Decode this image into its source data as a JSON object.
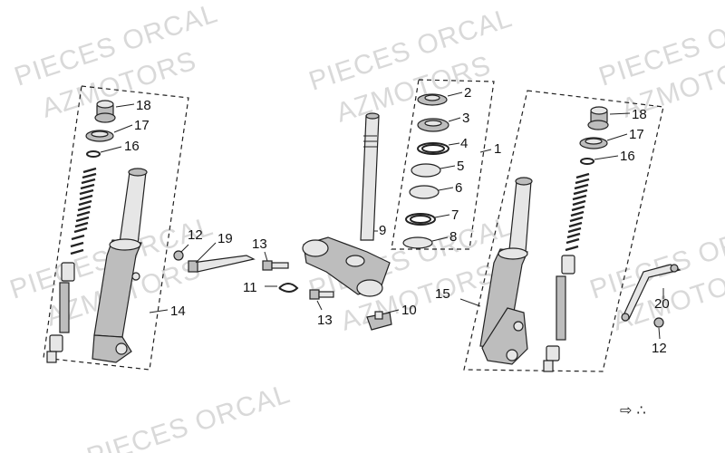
{
  "watermarks": [
    "PIECES ORCAL",
    "AZMOTORS",
    "PIECES ORCAL",
    "AZMOTORS",
    "PIECES ORCAL",
    "AZMOTORS",
    "PIECES ORCAL",
    "AZMOTORS",
    "PIECES ORCAL",
    "AZMOTORS",
    "PIECES ORCAL",
    "AZMOTORS",
    "PIECES ORCAL"
  ],
  "callouts": {
    "c1": "1",
    "c2": "2",
    "c3": "3",
    "c4": "4",
    "c5": "5",
    "c6": "6",
    "c7": "7",
    "c8": "8",
    "c9": "9",
    "c10": "10",
    "c11": "11",
    "c12a": "12",
    "c12b": "12",
    "c13a": "13",
    "c13b": "13",
    "c14": "14",
    "c15": "15",
    "c16a": "16",
    "c16b": "16",
    "c17a": "17",
    "c17b": "17",
    "c18a": "18",
    "c18b": "18",
    "c19": "19",
    "c20": "20"
  },
  "corner_mark": "⇨ ∴"
}
